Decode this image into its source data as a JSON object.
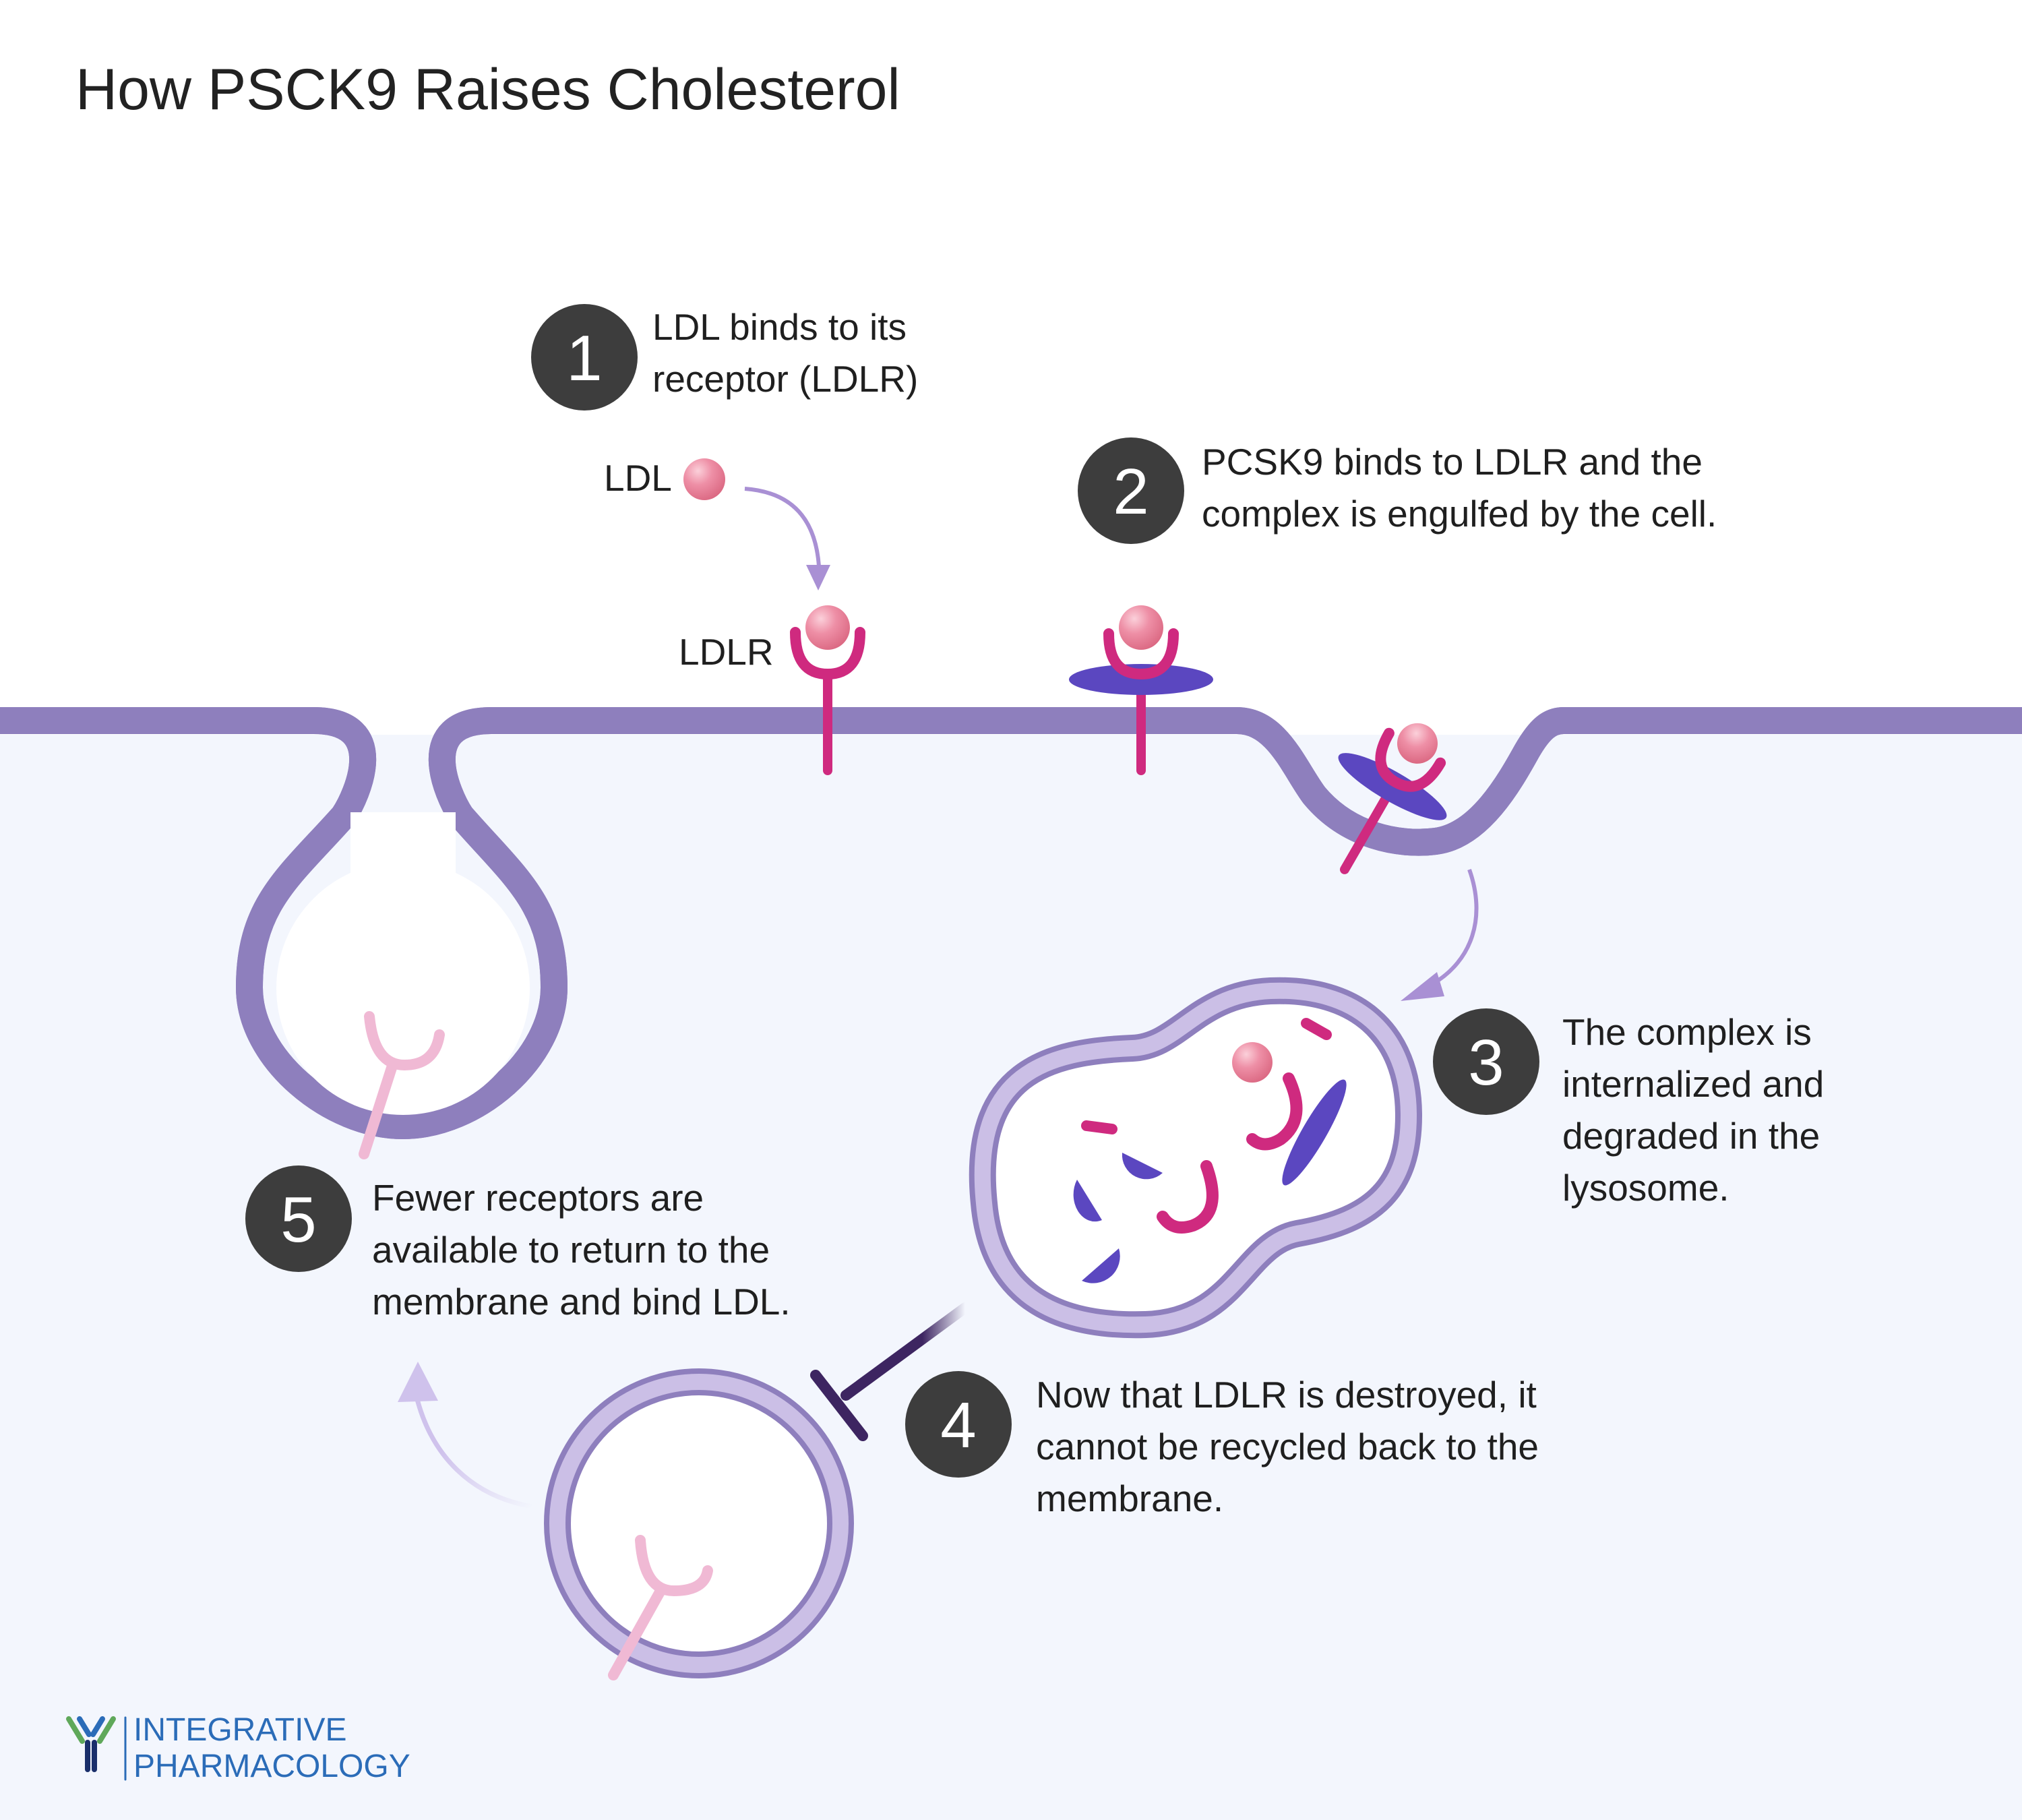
{
  "title": "How PSCK9 Raises Cholesterol",
  "steps": [
    {
      "number": "1",
      "lines": [
        "LDL binds to its",
        "receptor (LDLR)"
      ]
    },
    {
      "number": "2",
      "lines": [
        "PCSK9 binds to LDLR and the",
        "complex is engulfed by the cell."
      ]
    },
    {
      "number": "3",
      "lines": [
        "The complex is",
        "internalized and",
        "degraded in the",
        "lysosome."
      ]
    },
    {
      "number": "4",
      "lines": [
        "Now that LDLR is destroyed, it",
        "cannot be recycled back to the",
        "membrane."
      ]
    },
    {
      "number": "5",
      "lines": [
        "Fewer receptors are",
        "available to return to the",
        "membrane and bind LDL."
      ]
    }
  ],
  "labels": {
    "ldl": "LDL",
    "ldlr": "LDLR"
  },
  "logo": {
    "line1": "INTEGRATIVE",
    "line2": "PHARMACOLOGY",
    "icon": "antibody-icon"
  },
  "colors": {
    "badge": "#3d3d3d",
    "membrane_fill": "#cbbfe6",
    "membrane_stroke": "#8e7fbd",
    "cytoplasm": "#f3f6fd",
    "receptor": "#cf2a7f",
    "receptor_faded": "#f0b9d4",
    "ldl": "#ea7b95",
    "pcsk9": "#5b47c0",
    "arrow": "#a990d4",
    "inhibit": "#3d2561",
    "logo_text": "#2b6cb8"
  }
}
